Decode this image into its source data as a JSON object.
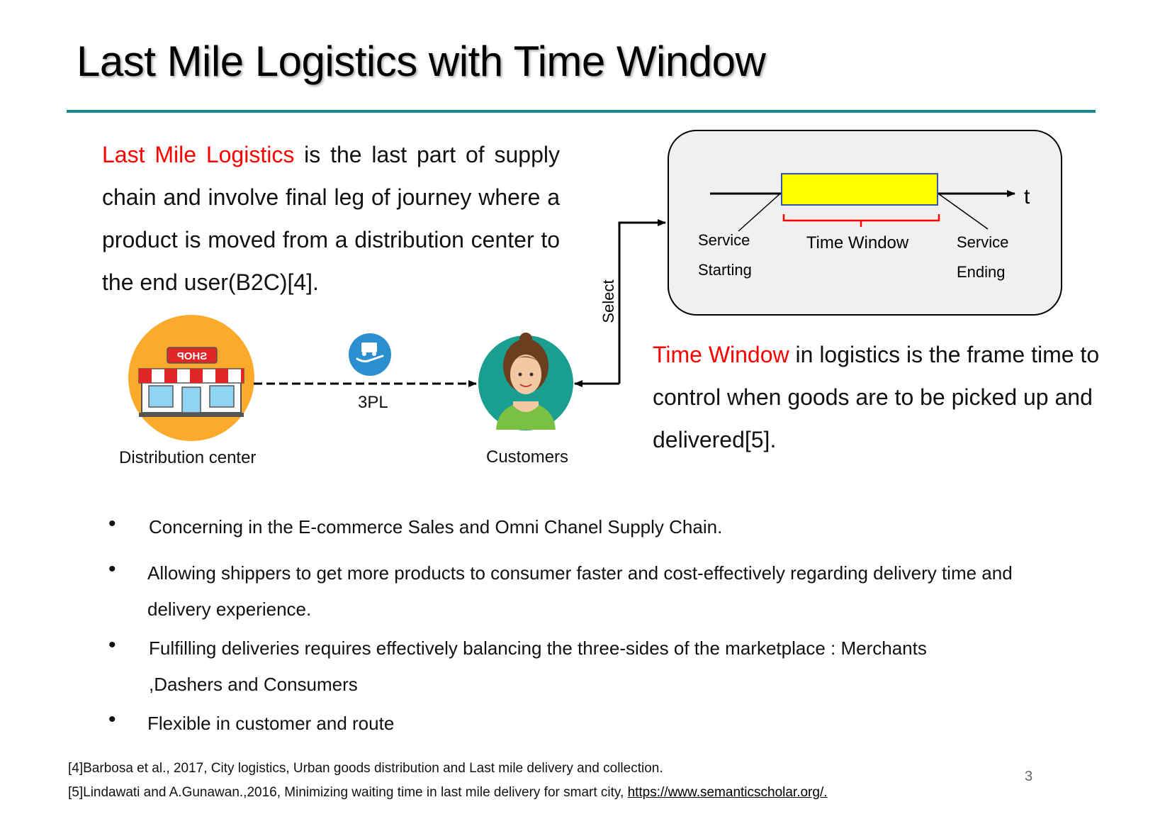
{
  "slide": {
    "title": "Last Mile Logistics with Time Window",
    "page_number": "3"
  },
  "intro": {
    "highlight": "Last Mile Logistics",
    "text": " is the last part of supply chain and involve final leg of journey where a product is moved from a distribution center to the end user(B2C)[4]."
  },
  "time_window_def": {
    "highlight": "Time Window",
    "text": " in logistics is the frame time to control when goods are to be picked up and delivered[5]."
  },
  "diagram": {
    "distribution_center_label": "Distribution center",
    "shop_sign": "SHOP",
    "third_party_label": "3PL",
    "customers_label": "Customers",
    "select_label": "Select",
    "timeline": {
      "axis_label": "t",
      "service_starting_line1": "Service",
      "service_starting_line2": "Starting",
      "time_window_label": "Time Window",
      "service_ending_line1": "Service",
      "service_ending_line2": "Ending"
    },
    "colors": {
      "window_fill": "#ffff00",
      "window_border": "#3355aa",
      "bracket": "#ff0000",
      "shop_circle": "#fbaa2c",
      "customer_circle": "#1a9e8f",
      "threepl_circle": "#2c8fcf",
      "accent_rule": "#158888"
    }
  },
  "bullets": [
    "Concerning in the E-commerce Sales and Omni Chanel Supply Chain.",
    "Allowing shippers to get more products to consumer faster and cost-effectively regarding delivery time and delivery experience.",
    "Fulfilling deliveries requires effectively balancing the three-sides of the marketplace : Merchants ,Dashers and Consumers",
    "Flexible in customer and route"
  ],
  "references": {
    "ref4": "[4]Barbosa et al., 2017, City logistics, Urban goods distribution and Last mile delivery and collection.",
    "ref5_text": "[5]Lindawati and A.Gunawan.,2016,  Minimizing waiting time in last mile delivery for smart city, ",
    "ref5_link": "https://www.semanticscholar.org/."
  }
}
